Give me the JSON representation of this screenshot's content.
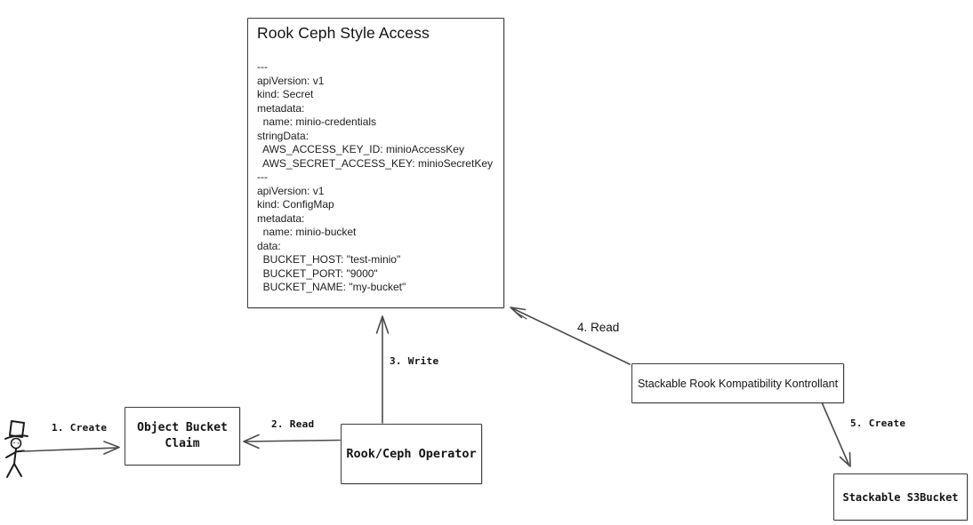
{
  "diagram": {
    "yaml_box": {
      "title": "Rook Ceph Style Access",
      "lines": [
        "---",
        "apiVersion: v1",
        "kind: Secret",
        "metadata:",
        "  name: minio-credentials",
        "stringData:",
        "  AWS_ACCESS_KEY_ID: minioAccessKey",
        "  AWS_SECRET_ACCESS_KEY: minioSecretKey",
        "---",
        "apiVersion: v1",
        "kind: ConfigMap",
        "metadata:",
        "  name: minio-bucket",
        "data:",
        "  BUCKET_HOST: \"test-minio\"",
        "  BUCKET_PORT: \"9000\"",
        "  BUCKET_NAME: \"my-bucket\""
      ]
    },
    "nodes": {
      "object_bucket_claim": {
        "label": "Object Bucket Claim"
      },
      "rook_ceph_operator": {
        "label": "Rook/Ceph Operator"
      },
      "stackable_kontrollant": {
        "label": "Stackable Rook Kompatibility Kontrollant"
      },
      "stackable_s3bucket": {
        "label": "Stackable S3Bucket"
      }
    },
    "actor": {
      "name": "user-stick-figure"
    },
    "arrows": [
      {
        "label": "1. Create",
        "from": "user",
        "to": "object_bucket_claim"
      },
      {
        "label": "2. Read",
        "from": "rook_ceph_operator",
        "to": "object_bucket_claim"
      },
      {
        "label": "3. Write",
        "from": "rook_ceph_operator",
        "to": "yaml_box"
      },
      {
        "label": "4. Read",
        "from": "stackable_kontrollant",
        "to": "yaml_box"
      },
      {
        "label": "5. Create",
        "from": "stackable_kontrollant",
        "to": "stackable_s3bucket"
      }
    ],
    "colors": {
      "line": "#4a4a4a",
      "border": "#3c3c3c",
      "text": "#141414",
      "background": "#ffffff"
    }
  }
}
